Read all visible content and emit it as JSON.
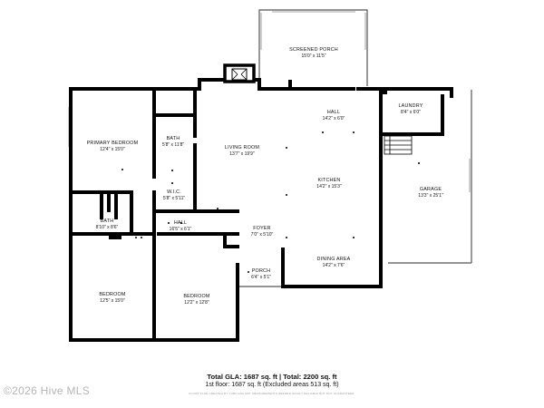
{
  "rooms": {
    "screened_porch": {
      "name": "SCREENED PORCH",
      "dims": "15'0\" x 11'5\""
    },
    "hall_top": {
      "name": "HALL",
      "dims": "14'2\" x 6'0\""
    },
    "laundry": {
      "name": "LAUNDRY",
      "dims": "8'4\" x 6'0\""
    },
    "primary_bedroom": {
      "name": "PRIMARY BEDROOM",
      "dims": "12'4\" x 15'0\""
    },
    "bath_primary": {
      "name": "BATH",
      "dims": "5'8\" x 11'8\""
    },
    "living_room": {
      "name": "LIVING ROOM",
      "dims": "13'7\" x 19'9\""
    },
    "kitchen": {
      "name": "KITCHEN",
      "dims": "14'2\" x 15'3\""
    },
    "garage": {
      "name": "GARAGE",
      "dims": "13'3\" x 25'1\""
    },
    "wic": {
      "name": "W.I.C.",
      "dims": "5'8\" x 5'11\""
    },
    "bath_hall": {
      "name": "BATH",
      "dims": "8'10\" x 8'6\""
    },
    "hall_bed": {
      "name": "HALL",
      "dims": "16'5\" x 6'1\""
    },
    "foyer": {
      "name": "FOYER",
      "dims": "7'0\" x 5'10\""
    },
    "porch": {
      "name": "PORCH",
      "dims": "6'4\" x 5'1\""
    },
    "dining_area": {
      "name": "DINING AREA",
      "dims": "14'2\" x 7'6\""
    },
    "bedroom_left": {
      "name": "BEDROOM",
      "dims": "12'5\" x 15'0\""
    },
    "bedroom_right": {
      "name": "BEDROOM",
      "dims": "12'2\" x 12'8\""
    }
  },
  "totals": {
    "main": "Total GLA: 1687 sq. ft | Total: 2200 sq. ft",
    "sub": "1st floor: 1687 sq. ft (Excluded areas 513 sq. ft)"
  },
  "credit": "FLOOR PLAN CREATED BY CUBICASA APP. MEASUREMENTS DEEMED HIGHLY RELIABLE BUT NOT GUARANTEED.",
  "watermark": "©2026 Hive MLS"
}
